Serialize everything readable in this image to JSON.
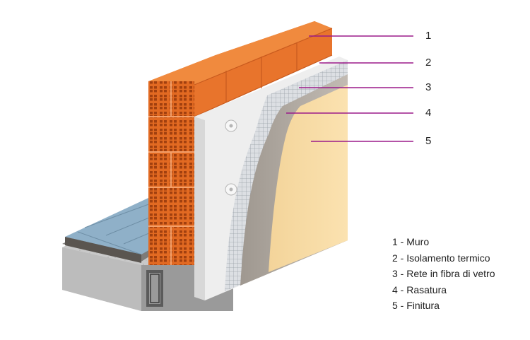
{
  "callouts": [
    "1",
    "2",
    "3",
    "4",
    "5"
  ],
  "legend": [
    "1 - Muro",
    "2 - Isolamento termico",
    "3 - Rete in fibra di vetro",
    "4 - Rasatura",
    "5 - Finitura"
  ],
  "colors": {
    "leader_line": "#9b1a8a",
    "brick": "#e8742c",
    "insulation": "#f1f1f1",
    "mesh": "#c9ccd0",
    "skim_coat": "#b5aea6",
    "finish": "#f7d9a0",
    "slab": "#8fb0c8"
  }
}
